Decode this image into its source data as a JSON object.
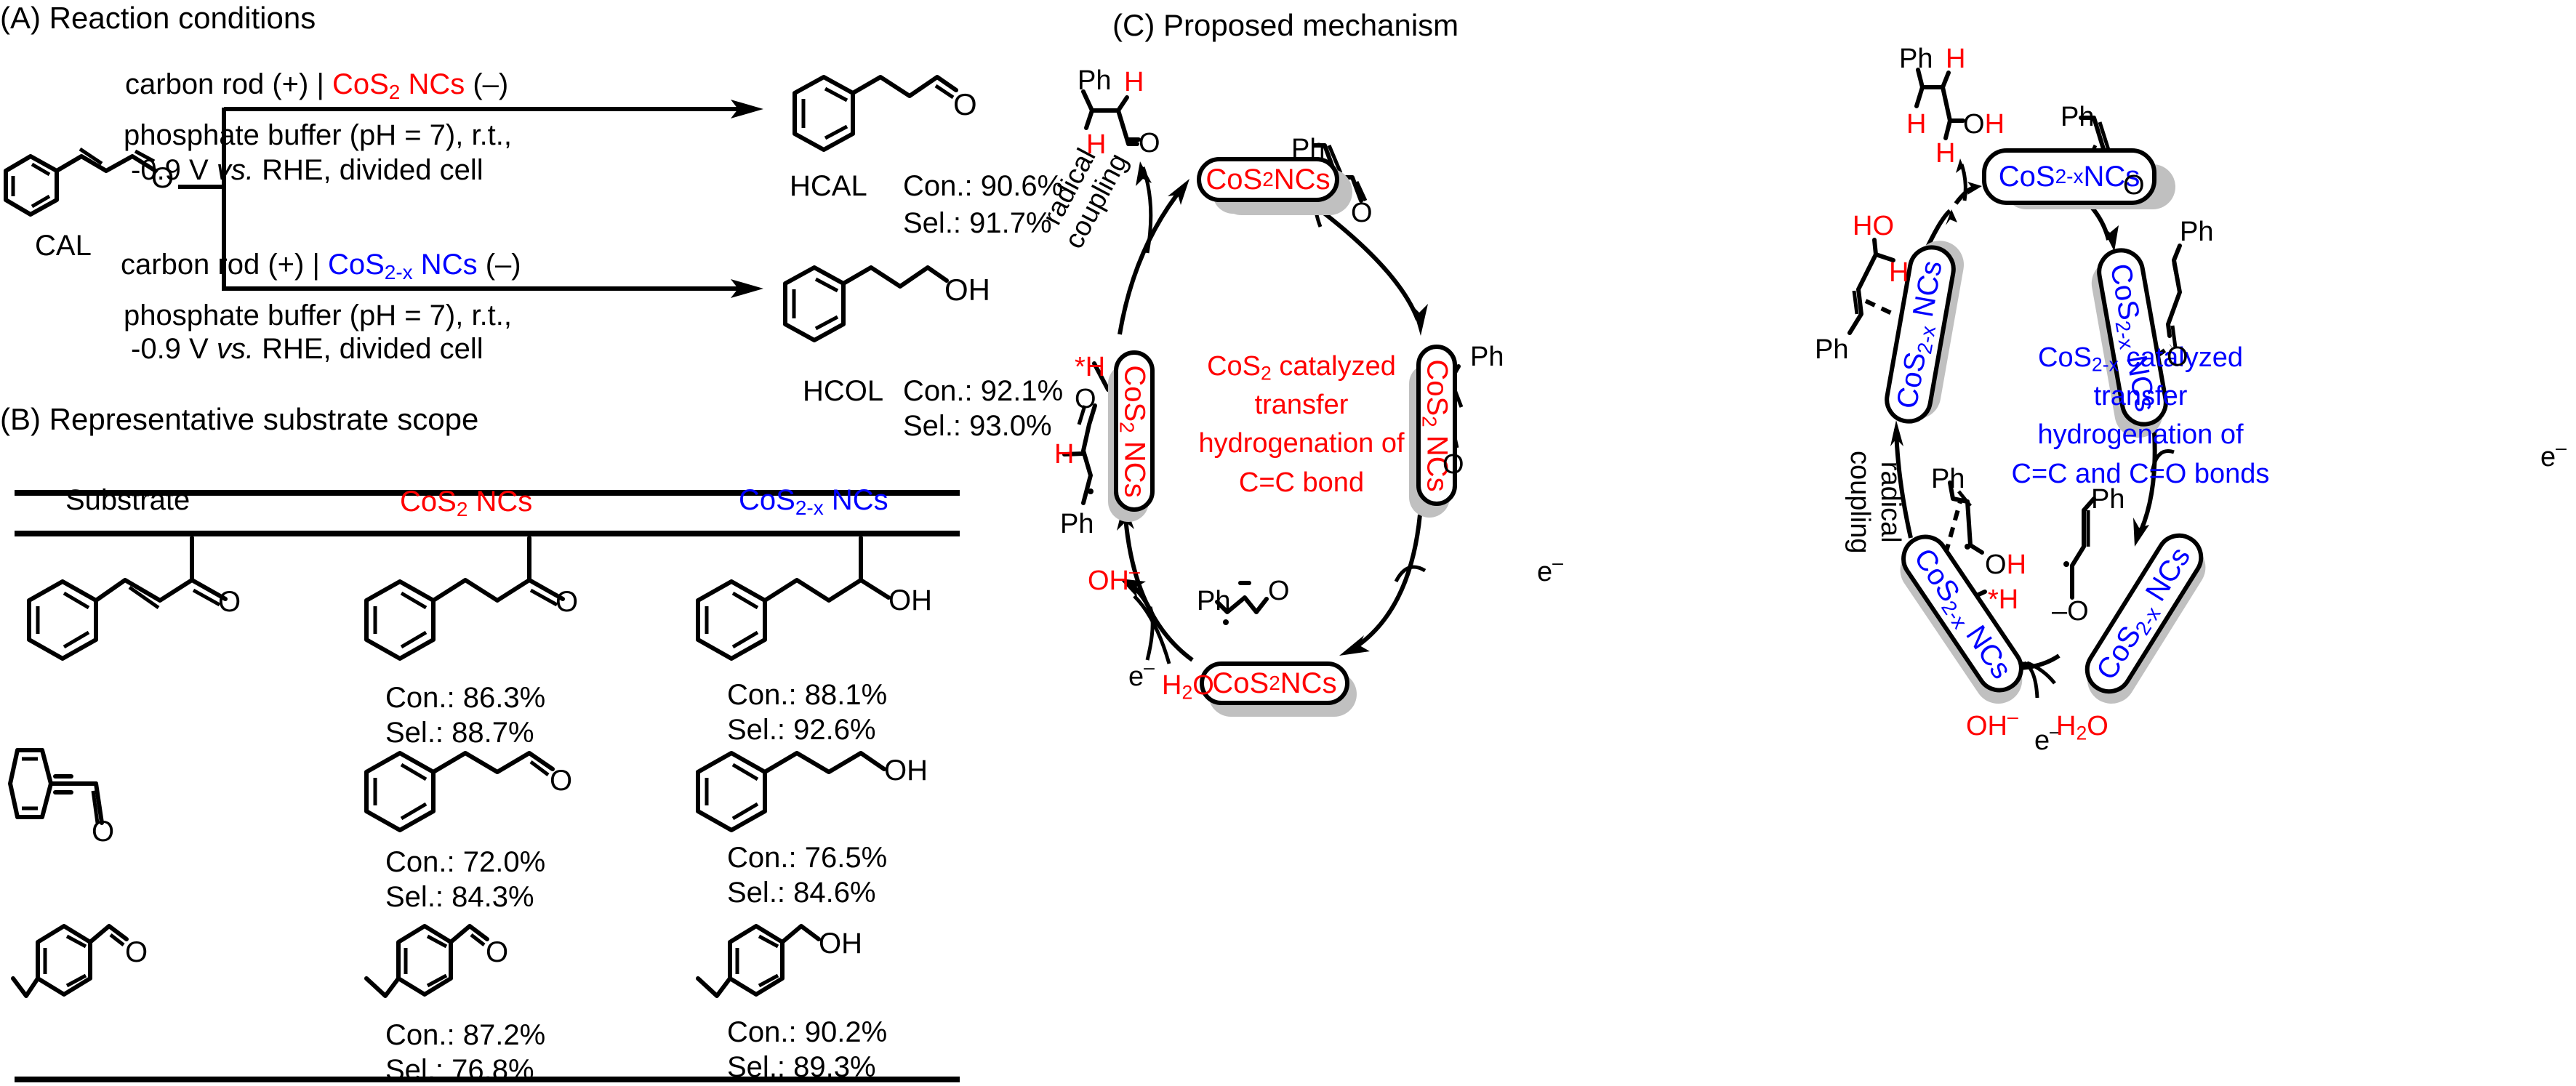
{
  "panels": {
    "a": {
      "title": "(A) Reaction conditions",
      "substrate_label": "CAL",
      "routes": [
        {
          "electrode_prefix": "carbon rod (+) | ",
          "catalyst": "CoS",
          "catalyst_sub": "2",
          "catalyst_suffix": " NCs",
          "electrode_suffix": " (–)",
          "conditions_line1": "phosphate buffer (pH = 7), r.t.,",
          "conditions_line2_pre": "-0.9 V ",
          "conditions_line2_vs": "vs.",
          "conditions_line2_post": " RHE, divided cell",
          "product_label": "HCAL",
          "conversion": "Con.: 90.6%",
          "selectivity": "Sel.: 91.7%",
          "product_group": "O"
        },
        {
          "electrode_prefix": "carbon rod (+) | ",
          "catalyst": "CoS",
          "catalyst_sub": "2-x",
          "catalyst_suffix": " NCs",
          "electrode_suffix": " (–)",
          "conditions_line1": "phosphate buffer (pH = 7), r.t.,",
          "conditions_line2_pre": "-0.9 V ",
          "conditions_line2_vs": "vs.",
          "conditions_line2_post": " RHE, divided cell",
          "product_label": "HCOL",
          "conversion": "Con.: 92.1%",
          "selectivity": "Sel.: 93.0%",
          "product_group": "OH"
        }
      ]
    },
    "b": {
      "title": "(B) Representative substrate scope",
      "headers": {
        "substrate": "Substrate",
        "cos2": {
          "main": "CoS",
          "sub": "2",
          "suffix": " NCs"
        },
        "cos2x": {
          "main": "CoS",
          "sub": "2-x",
          "suffix": " NCs"
        }
      },
      "rows": [
        {
          "cos2": {
            "con": "Con.: 86.3%",
            "sel": "Sel.: 88.7%",
            "group": "O"
          },
          "cos2x": {
            "con": "Con.: 88.1%",
            "sel": "Sel.: 92.6%",
            "group": "OH"
          },
          "substrate_group": "O"
        },
        {
          "cos2": {
            "con": "Con.: 72.0%",
            "sel": "Sel.: 84.3%",
            "group": "O"
          },
          "cos2x": {
            "con": "Con.: 76.5%",
            "sel": "Sel.: 84.6%",
            "group": "OH"
          },
          "substrate_group": "O"
        },
        {
          "cos2": {
            "con": "Con.: 87.2%",
            "sel": "Sel.: 76.8%",
            "group": "O"
          },
          "cos2x": {
            "con": "Con.: 90.2%",
            "sel": "Sel.: 89.3%",
            "group": "OH"
          },
          "substrate_group": "O"
        }
      ]
    },
    "c": {
      "title": "(C) Proposed mechanism",
      "left_cycle": {
        "catalyst": {
          "main": "CoS",
          "sub": "2",
          "suffix": " NCs"
        },
        "center": [
          "catalyzed",
          "transfer",
          "hydrogenation of",
          "C=C bond"
        ],
        "center_first_main": "CoS",
        "center_first_sub": "2",
        "radical_coupling": [
          "radical",
          "coupling"
        ],
        "electron": "e",
        "electron_sup": "–",
        "water": {
          "main": "H",
          "sub": "2",
          "suffix": "O"
        },
        "hydroxide": "OH",
        "hydroxide_sup": "–",
        "ph": "Ph",
        "h": "H",
        "star_h": "*H",
        "o": "O"
      },
      "right_cycle": {
        "catalyst": {
          "main": "CoS",
          "sub": "2-x",
          "suffix": " NCs"
        },
        "center_first_main": "CoS",
        "center_first_sub": "2-x",
        "center": [
          "catalyzed",
          "transfer",
          "hydrogenation of",
          "C=C and C=O bonds"
        ],
        "radical_coupling": [
          "radical",
          "coupling"
        ],
        "electron": "e",
        "electron_sup": "–",
        "water": {
          "main": "H",
          "sub": "2",
          "suffix": "O"
        },
        "hydroxide": "OH",
        "hydroxide_sup": "–",
        "ph": "Ph",
        "h": "H",
        "oh": "OH",
        "ho": "HO",
        "star_h": "*H",
        "o": "O",
        "o_minus": "–O"
      }
    }
  },
  "colors": {
    "cos2": "#ff0000",
    "cos2x": "#0000ff",
    "shadow": "#c0c0c0"
  }
}
